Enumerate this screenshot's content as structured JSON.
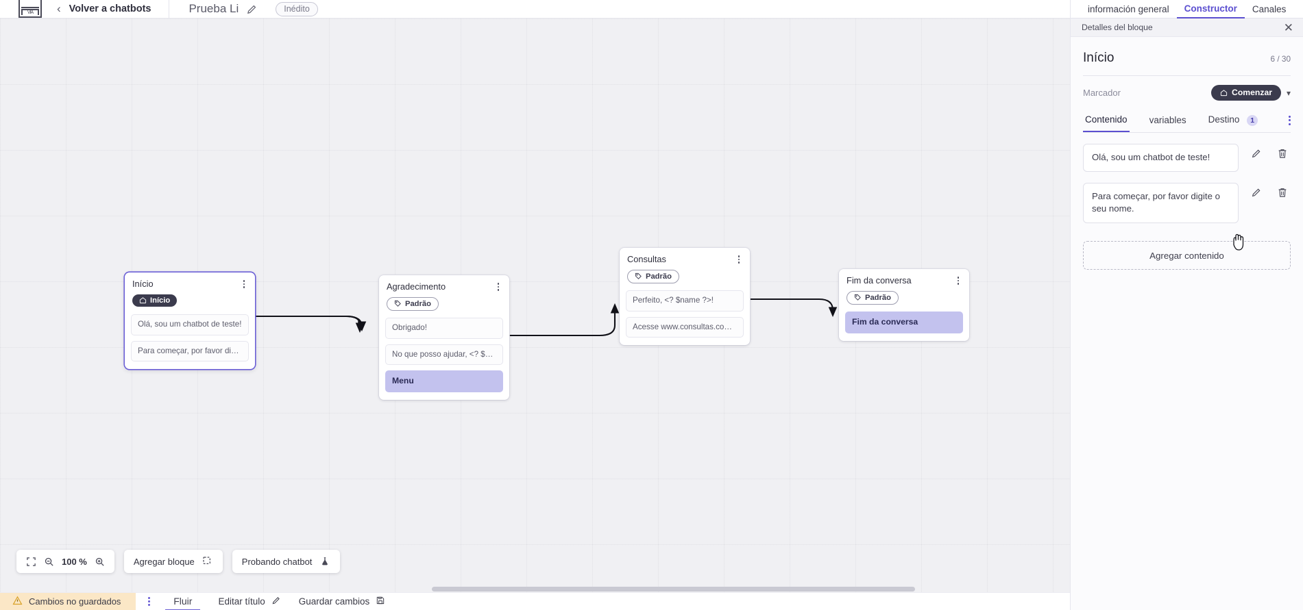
{
  "topbar": {
    "logo": "va-logo",
    "back_label": "Volver a chatbots",
    "doc_title": "Prueba Li",
    "status_badge": "Inédito"
  },
  "canvas": {
    "nodes": [
      {
        "title": "Início",
        "pill": "Início",
        "pill_icon": "home-icon",
        "pill_style": "dark",
        "selected": true,
        "messages": [
          {
            "text": "Olá, sou um chatbot de teste!",
            "highlight": false
          },
          {
            "text": "Para começar, por favor digite o ...",
            "highlight": false
          }
        ]
      },
      {
        "title": "Agradecimento",
        "pill": "Padrão",
        "pill_icon": "tag-icon",
        "pill_style": "outline",
        "selected": false,
        "messages": [
          {
            "text": "Obrigado!",
            "highlight": false
          },
          {
            "text": "No que posso ajudar, <? $name ...",
            "highlight": false
          },
          {
            "text": "Menu",
            "highlight": true
          }
        ]
      },
      {
        "title": "Consultas",
        "pill": "Padrão",
        "pill_icon": "tag-icon",
        "pill_style": "outline",
        "selected": false,
        "messages": [
          {
            "text": "Perfeito, <? $name ?>!",
            "highlight": false
          },
          {
            "text": "Acesse www.consultas.com par...",
            "highlight": false
          }
        ]
      },
      {
        "title": "Fim da conversa",
        "pill": "Padrão",
        "pill_icon": "tag-icon",
        "pill_style": "outline",
        "selected": false,
        "messages": [
          {
            "text": "Fim da conversa",
            "highlight": true
          }
        ]
      }
    ]
  },
  "float_tools": {
    "fit_icon": "fit-screen-icon",
    "zoom_out_icon": "zoom-out-icon",
    "zoom_value": "100 %",
    "zoom_in_icon": "zoom-in-icon",
    "add_block_label": "Agregar bloque",
    "add_block_icon": "add-block-icon",
    "test_bot_label": "Probando chatbot",
    "test_bot_icon": "flask-icon"
  },
  "bottombar": {
    "unsaved_label": "Cambios no guardados",
    "warning_icon": "warning-triangle-icon",
    "kebab_icon": "kebab-icon",
    "flow_tab": "Fluir",
    "edit_title_label": "Editar título",
    "edit_title_icon": "pencil-icon",
    "save_label": "Guardar cambios",
    "save_icon": "save-disk-icon"
  },
  "panel": {
    "tabs": [
      {
        "label": "información general",
        "active": false
      },
      {
        "label": "Constructor",
        "active": true
      },
      {
        "label": "Canales",
        "active": false
      }
    ],
    "header_label": "Detalles del bloque",
    "close_icon": "close-icon",
    "block_title": "Início",
    "char_count": "6 / 30",
    "marcador_label": "Marcador",
    "marcador_value": "Comenzar",
    "marcador_icon": "home-icon",
    "marcador_chevron": "chevron-down-icon",
    "content_tabs": [
      {
        "label": "Contenido",
        "active": true,
        "badge": ""
      },
      {
        "label": "variables",
        "active": false,
        "badge": ""
      },
      {
        "label": "Destino",
        "active": false,
        "badge": "1"
      }
    ],
    "content_items": [
      {
        "text": "Olá, sou um chatbot de teste!",
        "edit_icon": "pencil-icon",
        "delete_icon": "trash-icon"
      },
      {
        "text": "Para começar, por favor digite o seu nome.",
        "edit_icon": "pencil-icon",
        "delete_icon": "trash-icon"
      }
    ],
    "add_content_label": "Agregar contenido"
  },
  "colors": {
    "accent": "#5b4fd0",
    "node_highlight": "#c3c2ee",
    "unsaved_bg": "#fbe7c6",
    "canvas_bg": "#f0f0f3",
    "dark_chip": "#3b3b4d"
  }
}
